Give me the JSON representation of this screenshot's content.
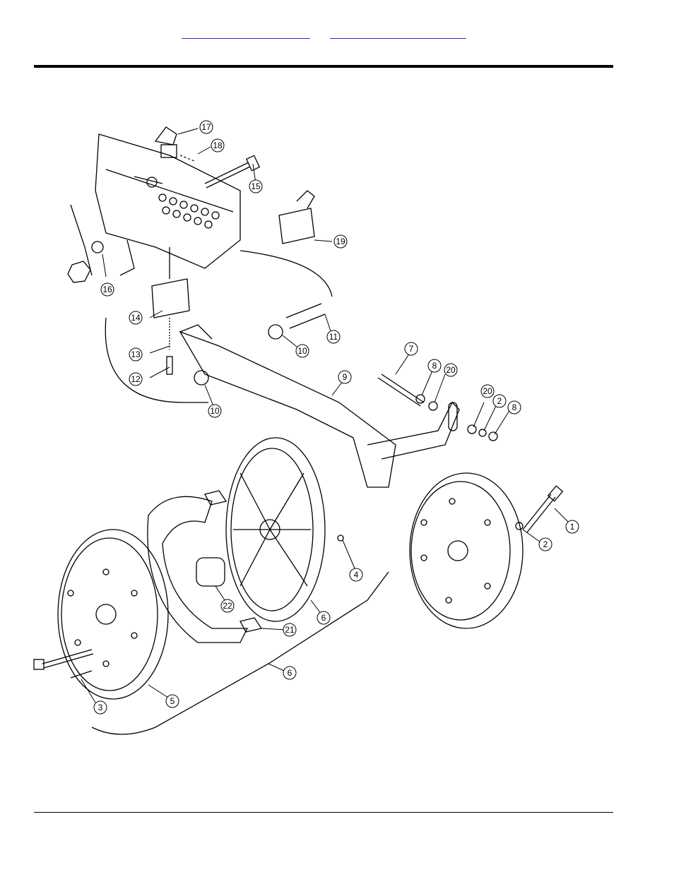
{
  "nav": {
    "links": [
      {
        "label": ""
      },
      {
        "label": ""
      }
    ]
  },
  "callouts": [
    "1",
    "2",
    "2",
    "3",
    "4",
    "5",
    "6",
    "6",
    "7",
    "8",
    "8",
    "9",
    "10",
    "10",
    "11",
    "12",
    "13",
    "14",
    "15",
    "16",
    "17",
    "18",
    "19",
    "20",
    "20",
    "21",
    "22"
  ]
}
